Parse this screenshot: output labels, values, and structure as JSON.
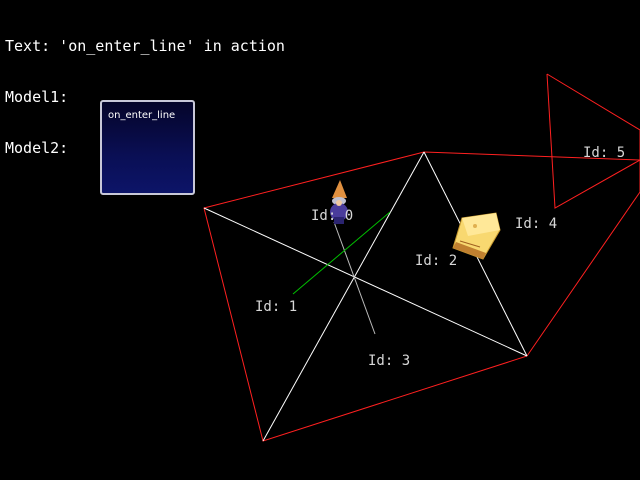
{
  "overlay": {
    "line1": "Text: 'on_enter_line' in action",
    "line2": "Model1:",
    "line3": "Model2:"
  },
  "trigger_box": {
    "label": "on_enter_line"
  },
  "nodes": [
    {
      "id_label": "Id: 0"
    },
    {
      "id_label": "Id: 1"
    },
    {
      "id_label": "Id: 2"
    },
    {
      "id_label": "Id: 3"
    },
    {
      "id_label": "Id: 4"
    },
    {
      "id_label": "Id: 5"
    }
  ],
  "colors": {
    "boundary": "#ff2020",
    "edges": "#ffffff",
    "active_segment": "#00c000",
    "background": "#000000"
  },
  "icons": [
    "wizard-character-icon",
    "cheese-item-icon"
  ]
}
